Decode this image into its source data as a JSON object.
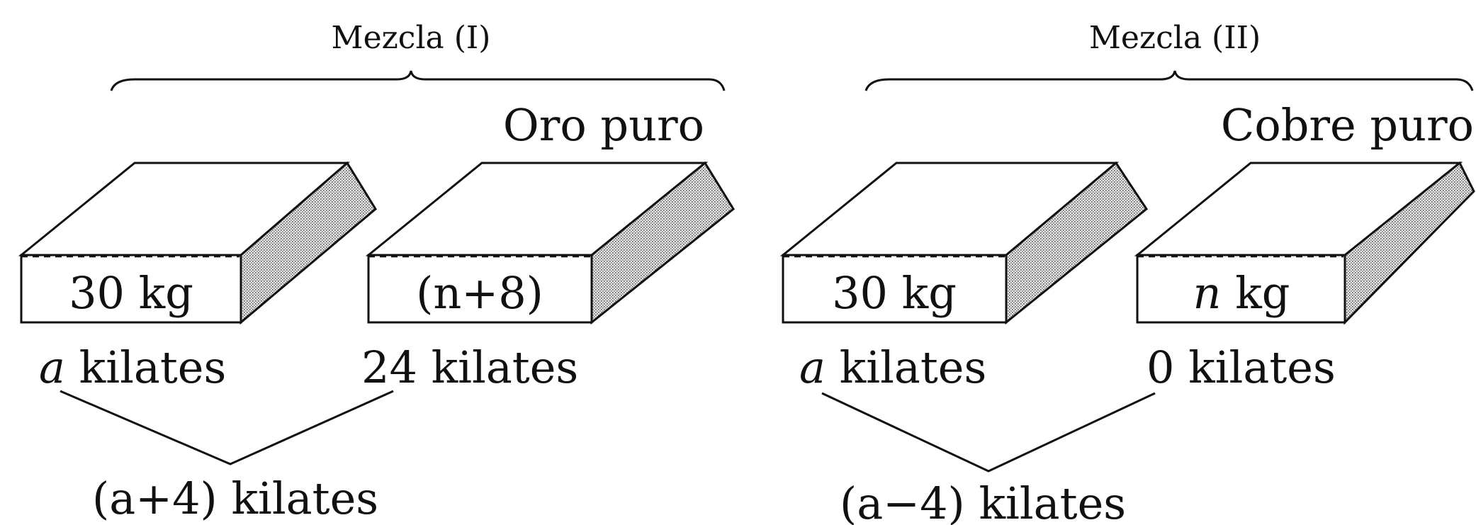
{
  "mixture_1": {
    "label": "Mezcla (I)",
    "top_label": "Oro puro",
    "block_a": {
      "mass": "30 kg",
      "purity_var": "a",
      "purity_unit": " kilates"
    },
    "block_b": {
      "mass": "(n+8)",
      "purity": "24 kilates"
    },
    "result": {
      "var": "(a+4)",
      "unit": " kilates"
    }
  },
  "mixture_2": {
    "label": "Mezcla (II)",
    "top_label": "Cobre puro",
    "block_a": {
      "mass": "30 kg",
      "purity_var": "a",
      "purity_unit": " kilates"
    },
    "block_b": {
      "mass_var": "n",
      "mass_unit": " kg",
      "purity": "0 kilates"
    },
    "result": {
      "var": "(a−4)",
      "unit": " kilates"
    }
  }
}
